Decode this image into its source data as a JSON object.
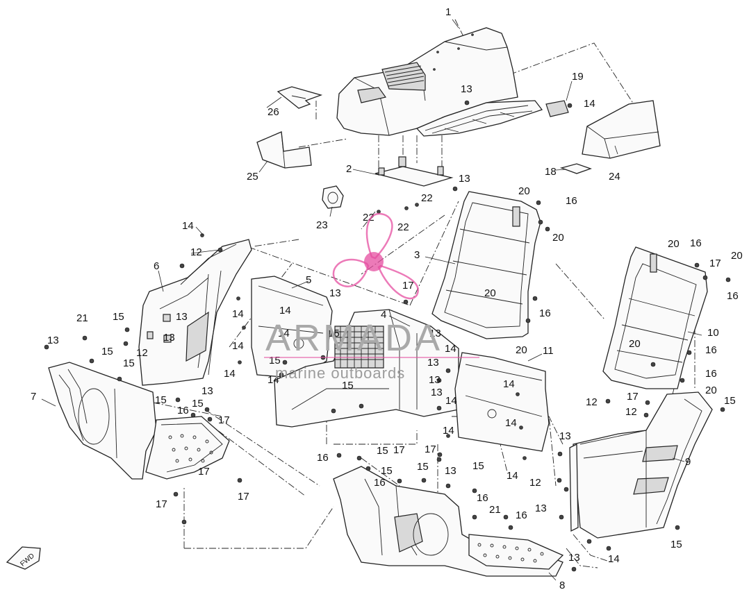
{
  "watermark": {
    "brand": "ARMADA",
    "tagline": "marine outboards",
    "accent": "#e64ea0"
  },
  "direction_label": "FWD",
  "callouts": [
    {
      "id": "c1",
      "text": "1"
    },
    {
      "id": "c2",
      "text": "2"
    },
    {
      "id": "c3",
      "text": "3"
    },
    {
      "id": "c4",
      "text": "4"
    },
    {
      "id": "c5",
      "text": "5"
    },
    {
      "id": "c6",
      "text": "6"
    },
    {
      "id": "c7",
      "text": "7"
    },
    {
      "id": "c8",
      "text": "8"
    },
    {
      "id": "c9",
      "text": "9"
    },
    {
      "id": "c10",
      "text": "10"
    },
    {
      "id": "c11",
      "text": "11"
    },
    {
      "id": "c12a",
      "text": "12"
    },
    {
      "id": "c12b",
      "text": "12"
    },
    {
      "id": "c12c",
      "text": "12"
    },
    {
      "id": "c12d",
      "text": "12"
    },
    {
      "id": "c12e",
      "text": "12"
    },
    {
      "id": "c13a",
      "text": "13"
    },
    {
      "id": "c13b",
      "text": "13"
    },
    {
      "id": "c13c",
      "text": "13"
    },
    {
      "id": "c13d",
      "text": "13"
    },
    {
      "id": "c13e",
      "text": "13"
    },
    {
      "id": "c13f",
      "text": "13"
    },
    {
      "id": "c13g",
      "text": "13"
    },
    {
      "id": "c13h",
      "text": "13"
    },
    {
      "id": "c13i",
      "text": "13"
    },
    {
      "id": "c13j",
      "text": "13"
    },
    {
      "id": "c13k",
      "text": "13"
    },
    {
      "id": "c13l",
      "text": "13"
    },
    {
      "id": "c13m",
      "text": "13"
    },
    {
      "id": "c13n",
      "text": "13"
    },
    {
      "id": "c13o",
      "text": "13"
    },
    {
      "id": "c14a",
      "text": "14"
    },
    {
      "id": "c14b",
      "text": "14"
    },
    {
      "id": "c14c",
      "text": "14"
    },
    {
      "id": "c14d",
      "text": "14"
    },
    {
      "id": "c14e",
      "text": "14"
    },
    {
      "id": "c14f",
      "text": "14"
    },
    {
      "id": "c14g",
      "text": "14"
    },
    {
      "id": "c14h",
      "text": "14"
    },
    {
      "id": "c14i",
      "text": "14"
    },
    {
      "id": "c14j",
      "text": "14"
    },
    {
      "id": "c14k",
      "text": "14"
    },
    {
      "id": "c14l",
      "text": "14"
    },
    {
      "id": "c14m",
      "text": "14"
    },
    {
      "id": "c14n",
      "text": "14"
    },
    {
      "id": "c14o",
      "text": "14"
    },
    {
      "id": "c15a",
      "text": "15"
    },
    {
      "id": "c15b",
      "text": "15"
    },
    {
      "id": "c15c",
      "text": "15"
    },
    {
      "id": "c15d",
      "text": "15"
    },
    {
      "id": "c15e",
      "text": "15"
    },
    {
      "id": "c15f",
      "text": "15"
    },
    {
      "id": "c15g",
      "text": "15"
    },
    {
      "id": "c15h",
      "text": "15"
    },
    {
      "id": "c15i",
      "text": "15"
    },
    {
      "id": "c15j",
      "text": "15"
    },
    {
      "id": "c15k",
      "text": "15"
    },
    {
      "id": "c15l",
      "text": "15"
    },
    {
      "id": "c15m",
      "text": "15"
    },
    {
      "id": "c15n",
      "text": "15"
    },
    {
      "id": "c16a",
      "text": "16"
    },
    {
      "id": "c16b",
      "text": "16"
    },
    {
      "id": "c16c",
      "text": "16"
    },
    {
      "id": "c16d",
      "text": "16"
    },
    {
      "id": "c16e",
      "text": "16"
    },
    {
      "id": "c16f",
      "text": "16"
    },
    {
      "id": "c16g",
      "text": "16"
    },
    {
      "id": "c16h",
      "text": "16"
    },
    {
      "id": "c16i",
      "text": "16"
    },
    {
      "id": "c16j",
      "text": "16"
    },
    {
      "id": "c16k",
      "text": "16"
    },
    {
      "id": "c17a",
      "text": "17"
    },
    {
      "id": "c17b",
      "text": "17"
    },
    {
      "id": "c17c",
      "text": "17"
    },
    {
      "id": "c17d",
      "text": "17"
    },
    {
      "id": "c17e",
      "text": "17"
    },
    {
      "id": "c17f",
      "text": "17"
    },
    {
      "id": "c17g",
      "text": "17"
    },
    {
      "id": "c17h",
      "text": "17"
    },
    {
      "id": "c17i",
      "text": "17"
    },
    {
      "id": "c18",
      "text": "18"
    },
    {
      "id": "c19",
      "text": "19"
    },
    {
      "id": "c20a",
      "text": "20"
    },
    {
      "id": "c20b",
      "text": "20"
    },
    {
      "id": "c20c",
      "text": "20"
    },
    {
      "id": "c20d",
      "text": "20"
    },
    {
      "id": "c20e",
      "text": "20"
    },
    {
      "id": "c20f",
      "text": "20"
    },
    {
      "id": "c20g",
      "text": "20"
    },
    {
      "id": "c20h",
      "text": "20"
    },
    {
      "id": "c21a",
      "text": "21"
    },
    {
      "id": "c21b",
      "text": "21"
    },
    {
      "id": "c22a",
      "text": "22"
    },
    {
      "id": "c22b",
      "text": "22"
    },
    {
      "id": "c22c",
      "text": "22"
    },
    {
      "id": "c23",
      "text": "23"
    },
    {
      "id": "c24",
      "text": "24"
    },
    {
      "id": "c25",
      "text": "25"
    },
    {
      "id": "c26",
      "text": "26"
    }
  ]
}
